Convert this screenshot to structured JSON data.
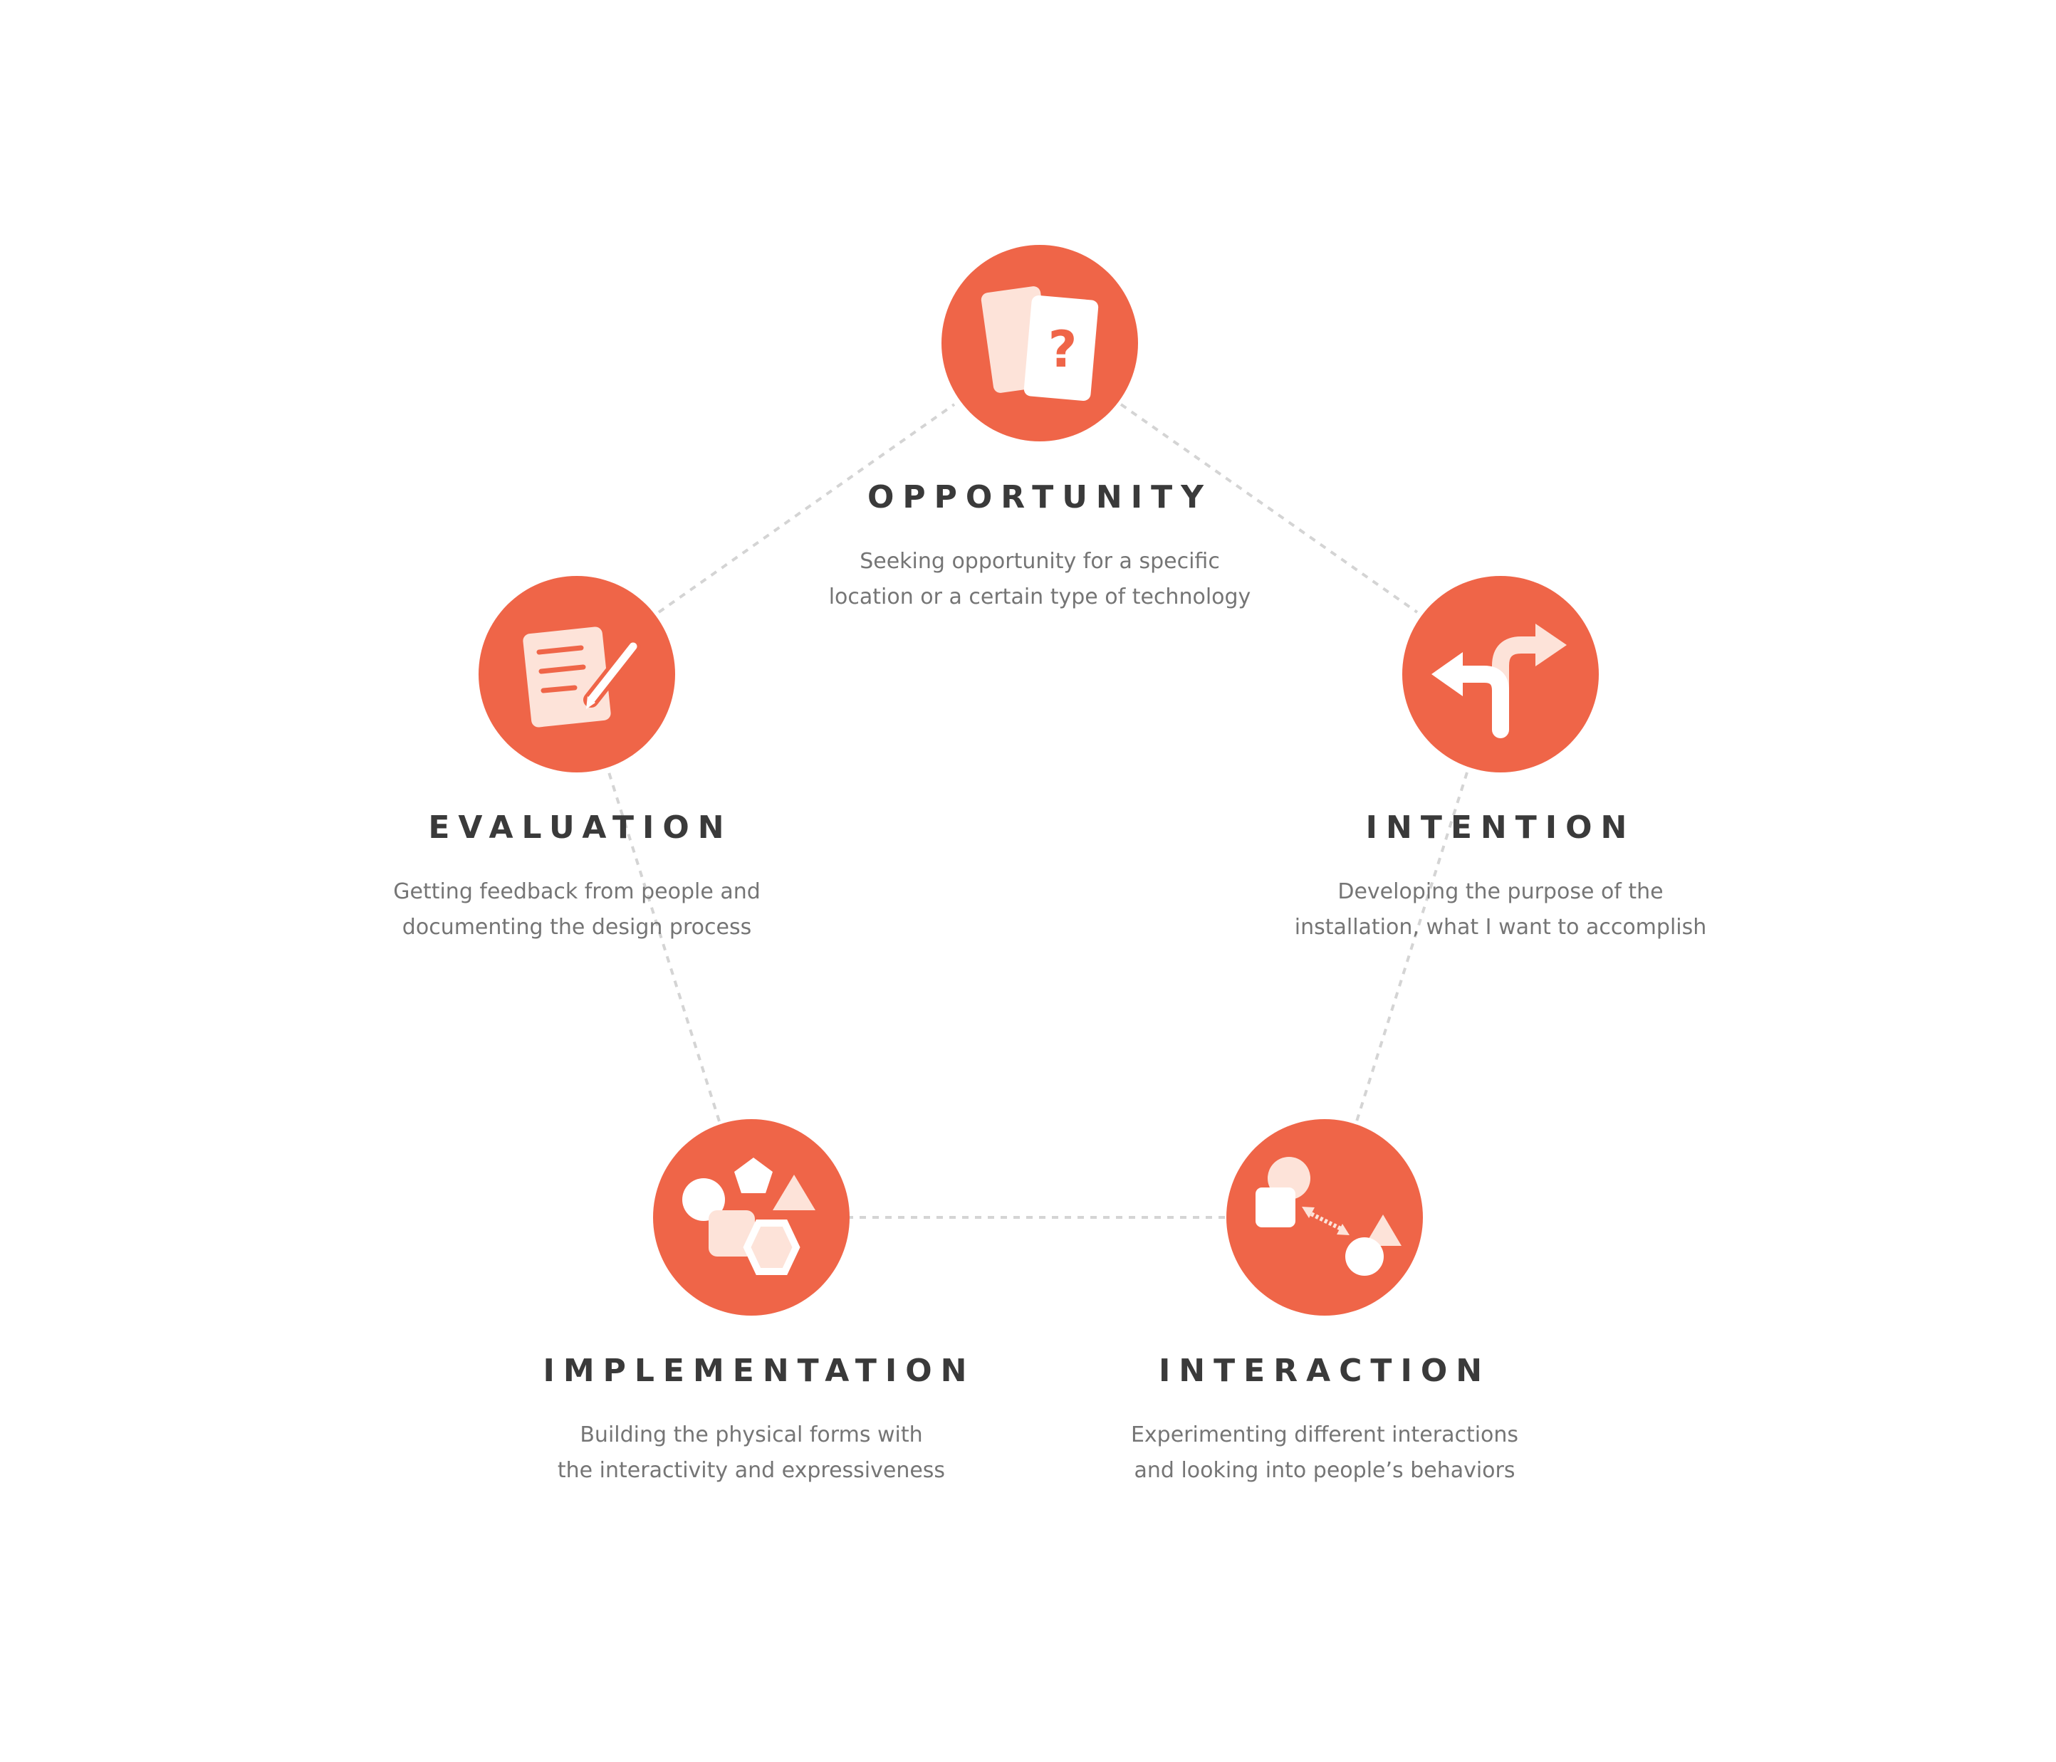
{
  "stages": [
    {
      "id": "opportunity",
      "title": "OPPORTUNITY",
      "desc_line1": "Seeking opportunity for a specific",
      "desc_line2": "location or a certain type of technology",
      "icon": "question-cards-icon"
    },
    {
      "id": "intention",
      "title": "INTENTION",
      "desc_line1": "Developing the purpose of the",
      "desc_line2": "installation, what I want to accomplish",
      "icon": "split-direction-arrows-icon"
    },
    {
      "id": "interaction",
      "title": "INTERACTION",
      "desc_line1": "Experimenting different interactions",
      "desc_line2": "and looking into people’s behaviors",
      "icon": "interacting-shapes-icon"
    },
    {
      "id": "implementation",
      "title": "IMPLEMENTATION",
      "desc_line1": "Building the physical forms with",
      "desc_line2": "the interactivity and expressiveness",
      "icon": "physical-shapes-icon"
    },
    {
      "id": "evaluation",
      "title": "EVALUATION",
      "desc_line1": "Getting feedback from people and",
      "desc_line2": "documenting the design process",
      "icon": "document-pen-icon"
    }
  ],
  "colors": {
    "accent": "#ef6548",
    "icon_light": "#fde3d9",
    "icon_white": "#ffffff",
    "title_text": "#3a3a3a",
    "desc_text": "#757575",
    "connector": "#d4d4d4"
  }
}
